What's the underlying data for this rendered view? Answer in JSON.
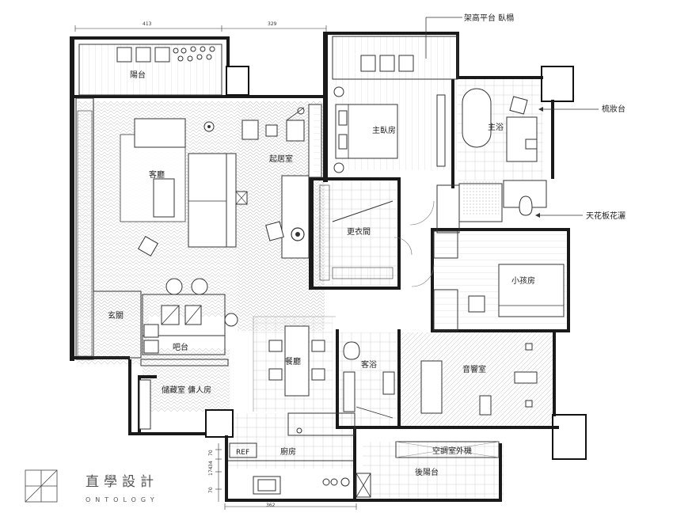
{
  "rooms": {
    "balcony": "陽台",
    "bay_platform": "架高平台 臥榻",
    "master_bedroom": "主臥房",
    "master_bath": "主浴",
    "vanity": "梳妝台",
    "ceiling_shower": "天花板花灑",
    "living_room": "客廳",
    "family_room": "起居室",
    "walk_in_closet": "更衣間",
    "kids_room": "小孩房",
    "entrance": "玄關",
    "bar": "吧台",
    "dining": "餐廳",
    "guest_bath": "客浴",
    "audio_room": "音響室",
    "storage_maid": "儲藏室 傭人房",
    "kitchen": "廚房",
    "ac_outdoor": "空調室外機",
    "rear_balcony": "後陽台",
    "ref": "REF"
  },
  "dimensions": {
    "top_left": "413",
    "top_right": "329",
    "bottom": "362",
    "side_1": "70",
    "side_2": "34",
    "side_3": "174",
    "side_4": "70"
  },
  "brand": {
    "name_cn": "直學設計",
    "name_en": "ONTOLOGY"
  }
}
